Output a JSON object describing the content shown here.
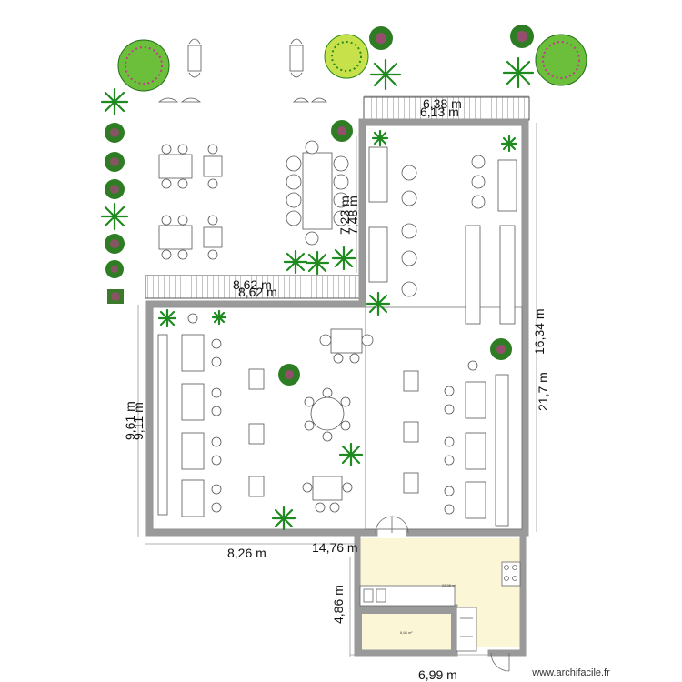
{
  "dimensions": {
    "terrace_top_a": "6,38 m",
    "terrace_top_b": "6,13 m",
    "terrace_mid_a": "8,62 m",
    "terrace_mid_b": "8,62 m",
    "vertical_a": "7,23 m",
    "vertical_b": "7,48 m",
    "right_outer": "21,7 m",
    "right_inner": "16,34 m",
    "left_a": "9,61 m",
    "left_b": "9,11 m",
    "bottom_left": "8,26 m",
    "bottom_total": "14,76 m",
    "kitchen_height": "4,86 m",
    "kitchen_width": "6,99 m"
  },
  "rooms": {
    "kitchen_area": "22,05 m²",
    "storage_area": "6,68 m²"
  },
  "watermark": "www.archifacile.fr",
  "colors": {
    "wall": "#9a9a9a",
    "room_fill": "#fbf6d6",
    "plant_green": "#1f8a1f",
    "flower_pink": "#c23a8c",
    "dim_line": "#999999"
  }
}
